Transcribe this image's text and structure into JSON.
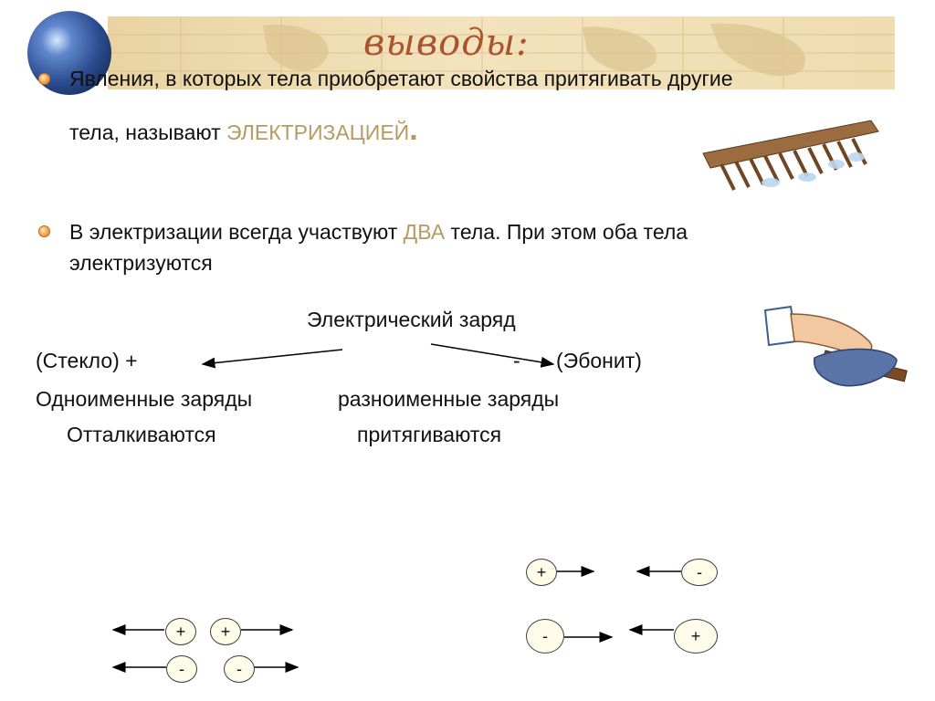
{
  "title": "выводы:",
  "paragraph1": {
    "line1": "Явления, в которых тела приобретают свойства притягивать другие",
    "line2_prefix": "тела, называют ",
    "line2_highlight": "ЭЛЕКТРИЗАЦИЕЙ",
    "line2_suffix": "."
  },
  "paragraph2": {
    "line1_prefix": "В электризации всегда участвуют ",
    "line1_highlight": "ДВА",
    "line1_suffix": " тела. При этом оба тела",
    "line2": "электризуются"
  },
  "diagram": {
    "heading": "Электрический заряд",
    "left": "(Стекло) +",
    "right_sign": "-",
    "right": "(Эбонит)",
    "same_charges": "Одноименные заряды",
    "opposite_charges": "разноименные заряды",
    "repel": "Отталкиваются",
    "attract": "притягиваются"
  },
  "charges": {
    "plus": "+",
    "minus": "-"
  },
  "colors": {
    "accent": "#b79a61",
    "title": "#a8542f",
    "banner": "#efdcb0"
  },
  "icons": {
    "decor": "globe-icon",
    "bullet": "bullet-icon",
    "comb": "comb-icon",
    "hand": "hand-rubbing-icon"
  }
}
